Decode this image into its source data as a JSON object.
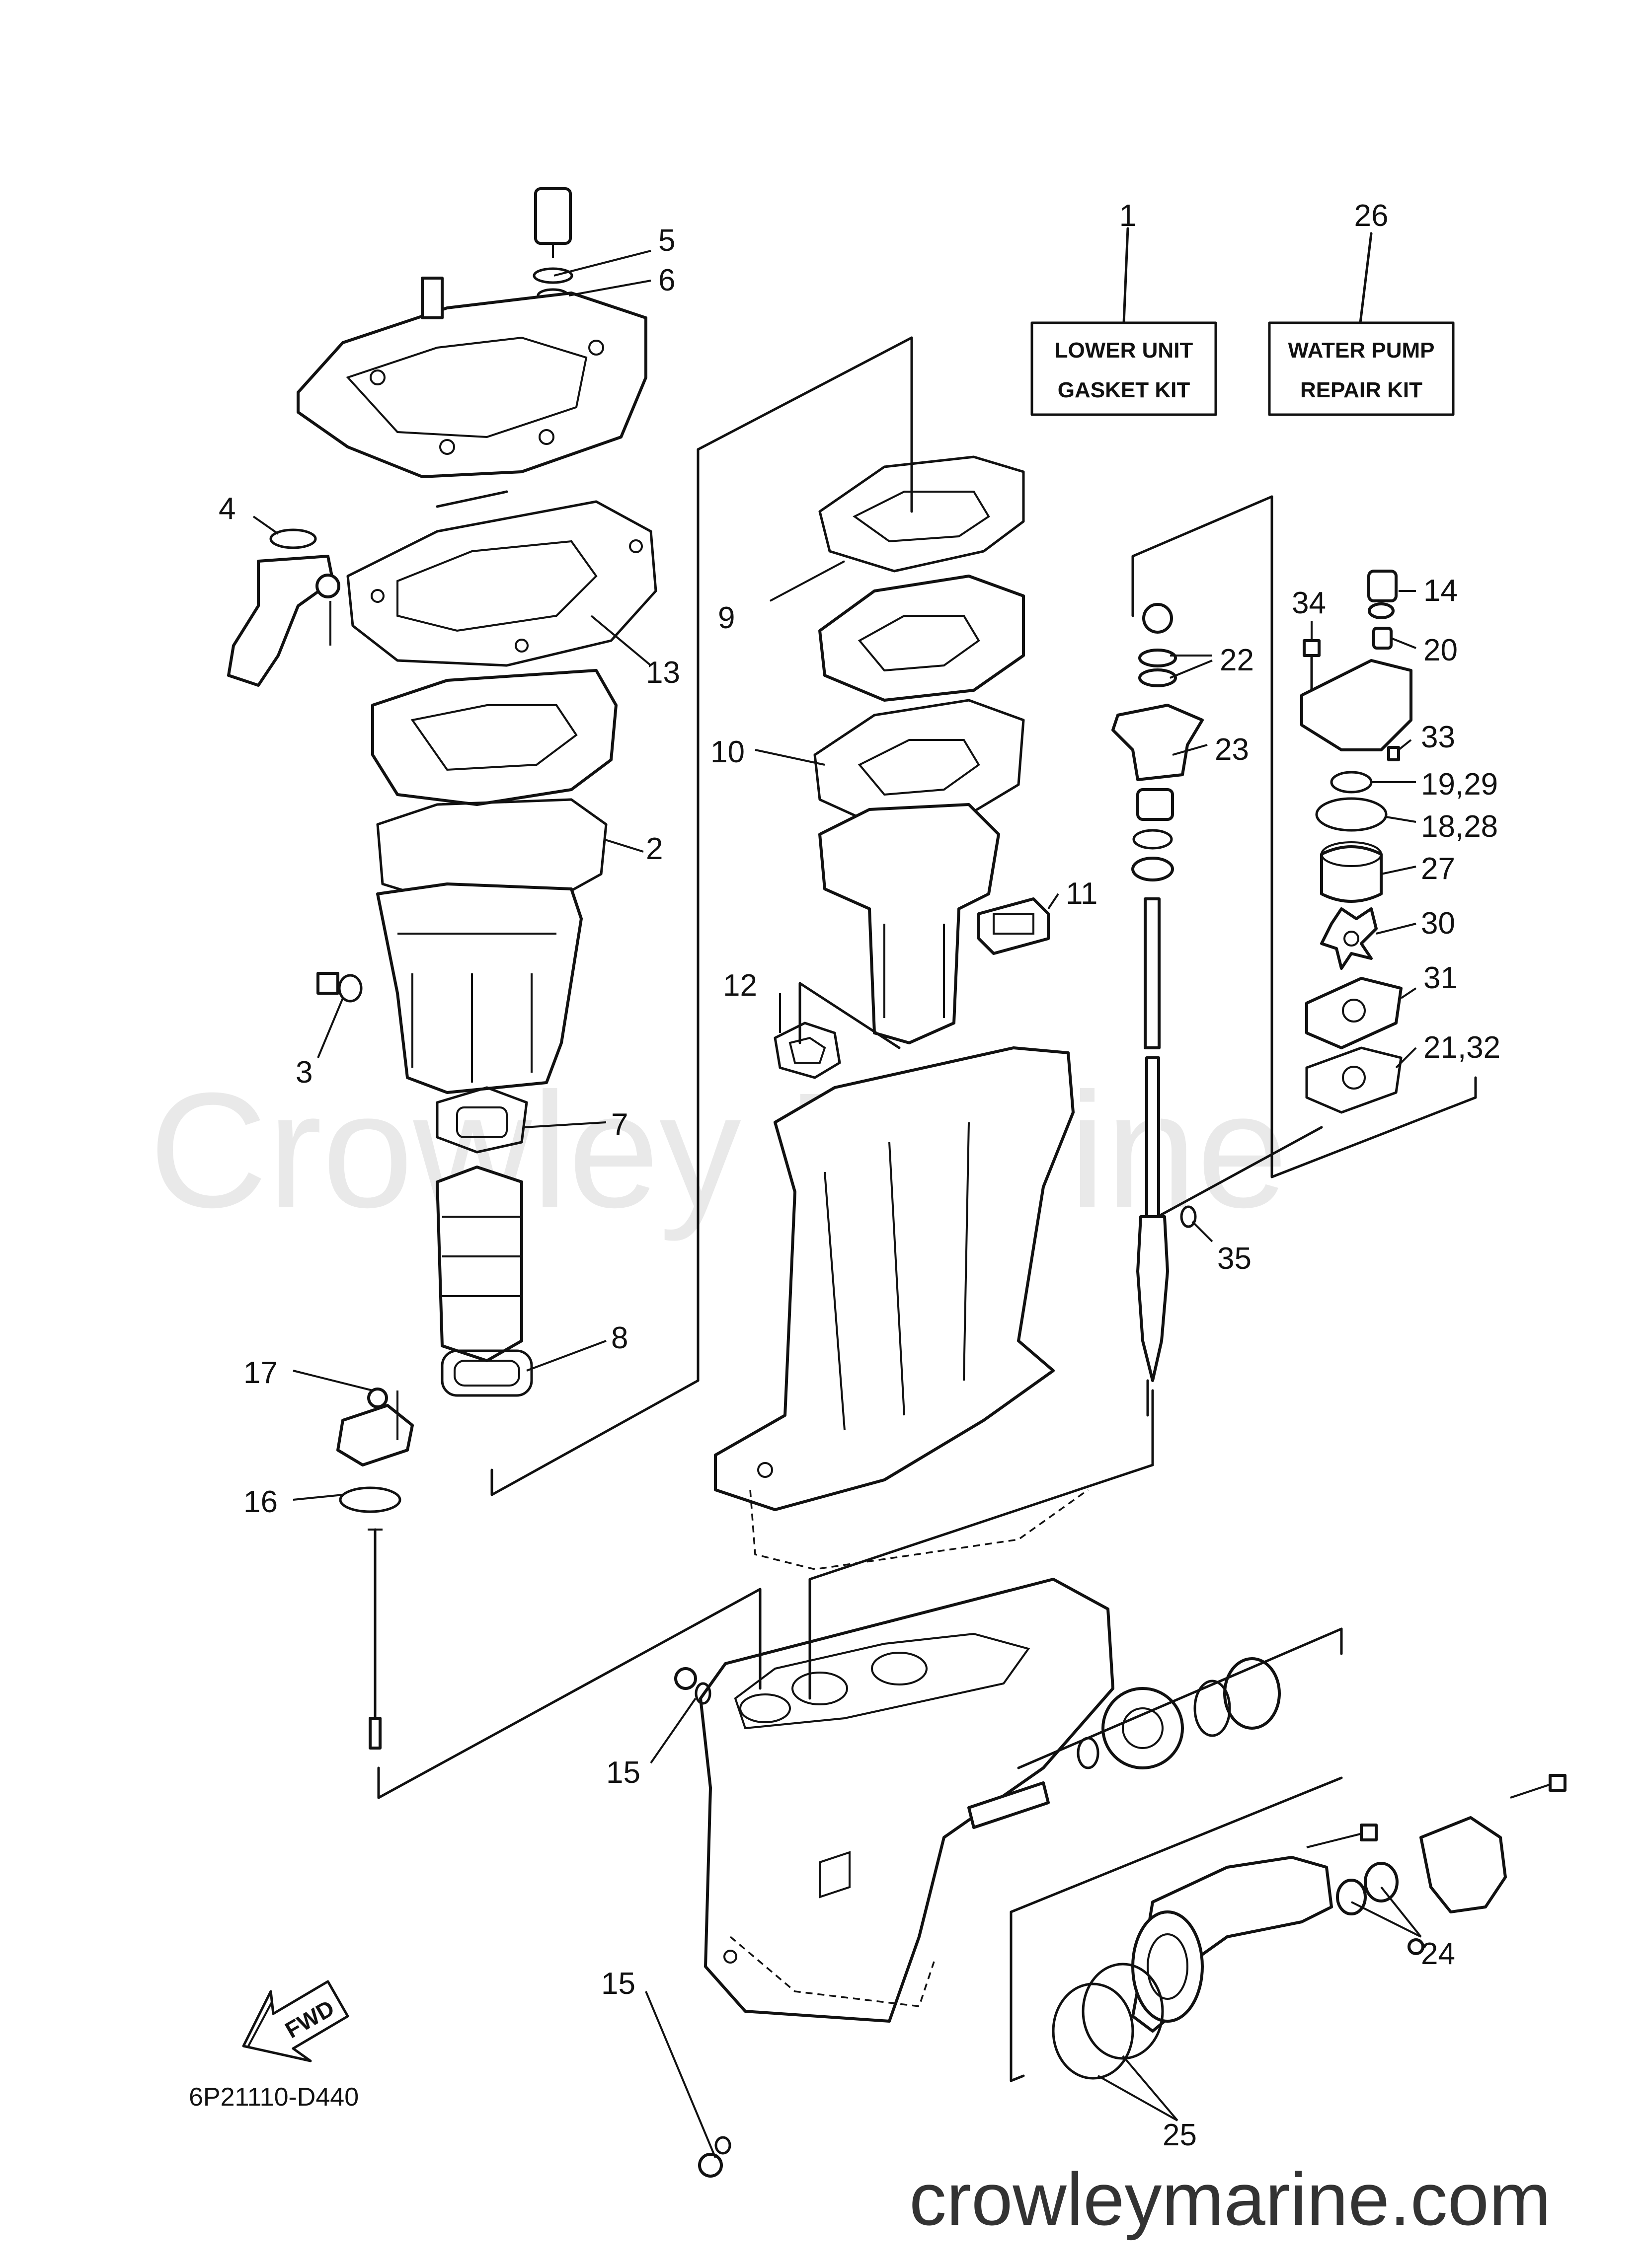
{
  "watermark": "Crowley Marine",
  "site_url": "crowleymarine.com",
  "diagram_code": "6P21110-D440",
  "fwd_label": "FWD",
  "kits": [
    {
      "number": "1",
      "line1": "LOWER UNIT",
      "line2": "GASKET KIT"
    },
    {
      "number": "26",
      "line1": "WATER PUMP",
      "line2": "REPAIR KIT"
    }
  ],
  "callouts": [
    {
      "label": "5"
    },
    {
      "label": "6"
    },
    {
      "label": "4"
    },
    {
      "label": "13"
    },
    {
      "label": "2"
    },
    {
      "label": "3"
    },
    {
      "label": "7"
    },
    {
      "label": "8"
    },
    {
      "label": "17"
    },
    {
      "label": "16"
    },
    {
      "label": "9"
    },
    {
      "label": "10"
    },
    {
      "label": "11"
    },
    {
      "label": "12"
    },
    {
      "label": "22"
    },
    {
      "label": "23"
    },
    {
      "label": "35"
    },
    {
      "label": "34"
    },
    {
      "label": "14"
    },
    {
      "label": "20"
    },
    {
      "label": "33"
    },
    {
      "label": "19,29"
    },
    {
      "label": "18,28"
    },
    {
      "label": "27"
    },
    {
      "label": "30"
    },
    {
      "label": "31"
    },
    {
      "label": "21,32"
    },
    {
      "label": "15"
    },
    {
      "label": "15"
    },
    {
      "label": "24"
    },
    {
      "label": "25"
    }
  ]
}
